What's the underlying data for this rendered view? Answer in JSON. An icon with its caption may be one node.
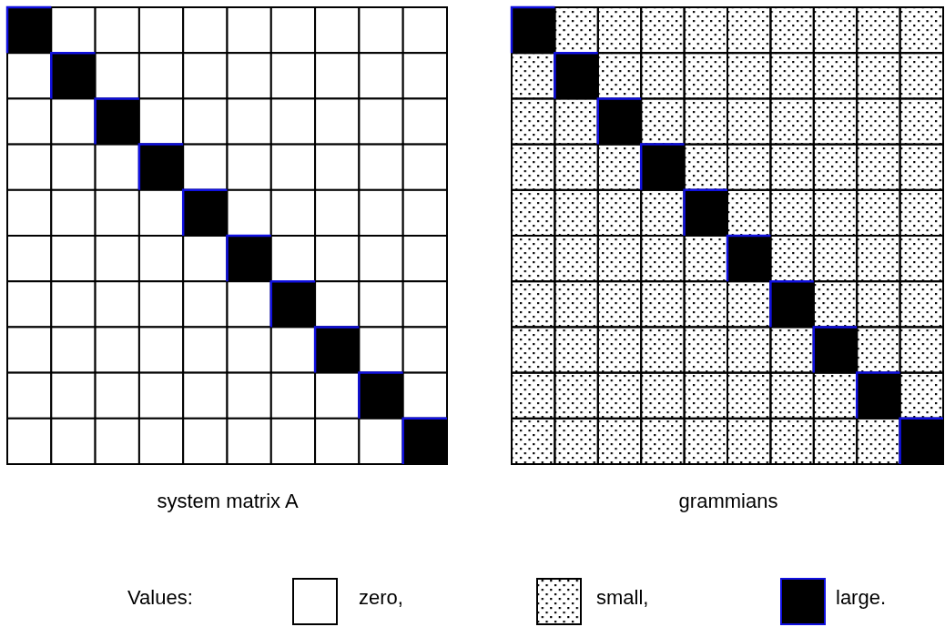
{
  "diagram": {
    "labels": [
      "system matrix A",
      "grammians",
      "Values:"
    ],
    "legend": [
      {
        "text": "zero,",
        "color": "#ffffff"
      },
      {
        "text": "small,"
      },
      {
        "text": "large.",
        "color": "#000000"
      }
    ]
  }
}
